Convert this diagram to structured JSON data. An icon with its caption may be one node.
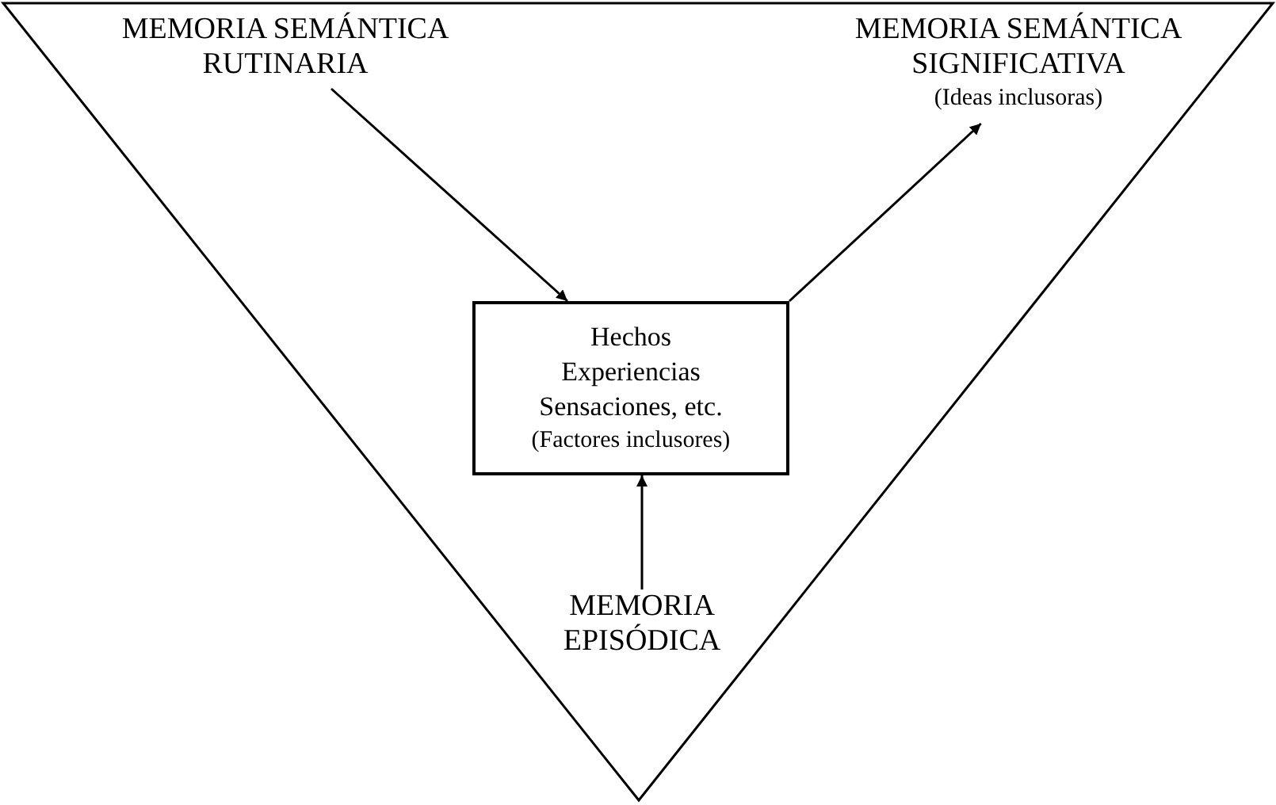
{
  "diagram": {
    "nodes": [
      {
        "text": [],
        "shape": "triangle"
      },
      {
        "text": [
          "MEMORIA SEMÁNTICA RUTINARIA"
        ],
        "in": 0
      },
      {
        "text": [
          "MEMORIA SEMÁNTICA SIGNIFICATIVA",
          "(Ideas inclusoras)"
        ],
        "in": 0
      },
      {
        "text": [
          "Hechos Experiencias Sensaciones, etc.",
          "(Factores inclusores)"
        ],
        "in": 0
      },
      {
        "text": [
          "MEMORIA EPISÓDICA"
        ],
        "in": 0
      }
    ],
    "edges": [
      {
        "from": 1,
        "to": 3,
        "arrow": "to"
      },
      {
        "from": 3,
        "to": 2,
        "arrow": "to"
      },
      {
        "from": 4,
        "to": 3,
        "arrow": "to"
      }
    ]
  }
}
